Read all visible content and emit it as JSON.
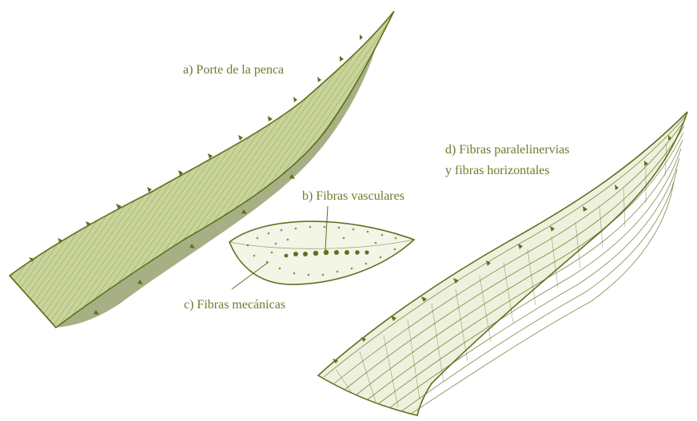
{
  "labels": {
    "a": "a) Porte de la penca",
    "b": "b) Fibras vasculares",
    "c": "c) Fibras mecánicas",
    "d_line1": "d) Fibras paralelinervias",
    "d_line2": "y fibras horizontales"
  },
  "colors": {
    "ink": "#5e7020",
    "fill": "#c9d49a",
    "text": "#6b7c2c",
    "background": "#ffffff"
  }
}
